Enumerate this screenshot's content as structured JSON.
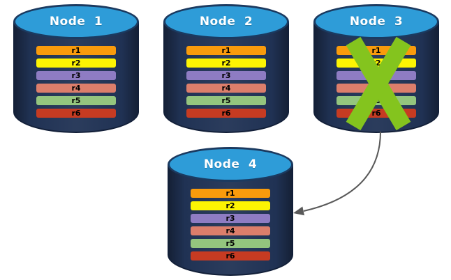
{
  "diagram": {
    "background": "#ffffff",
    "node_top_color": "#2e9cd8",
    "node_body_color": "#203254"
  },
  "nodes": [
    {
      "title": "Node 1",
      "failed": false,
      "rows": [
        {
          "label": "r1",
          "color": "#f99b0c"
        },
        {
          "label": "r2",
          "color": "#fdf403"
        },
        {
          "label": "r3",
          "color": "#8e7cc3"
        },
        {
          "label": "r4",
          "color": "#dc7e6b"
        },
        {
          "label": "r5",
          "color": "#94c57e"
        },
        {
          "label": "r6",
          "color": "#c63b22"
        }
      ]
    },
    {
      "title": "Node 2",
      "failed": false,
      "rows": [
        {
          "label": "r1",
          "color": "#f99b0c"
        },
        {
          "label": "r2",
          "color": "#fdf403"
        },
        {
          "label": "r3",
          "color": "#8e7cc3"
        },
        {
          "label": "r4",
          "color": "#dc7e6b"
        },
        {
          "label": "r5",
          "color": "#94c57e"
        },
        {
          "label": "r6",
          "color": "#c63b22"
        }
      ]
    },
    {
      "title": "Node 3",
      "failed": true,
      "rows": [
        {
          "label": "r1",
          "color": "#f99b0c"
        },
        {
          "label": "r2",
          "color": "#fdf403"
        },
        {
          "label": "r3",
          "color": "#8e7cc3"
        },
        {
          "label": "r4",
          "color": "#dc7e6b"
        },
        {
          "label": "r5",
          "color": "#94c57e"
        },
        {
          "label": "r6",
          "color": "#c63b22"
        }
      ]
    },
    {
      "title": "Node 4",
      "failed": false,
      "rows": [
        {
          "label": "r1",
          "color": "#f99b0c"
        },
        {
          "label": "r2",
          "color": "#fdf403"
        },
        {
          "label": "r3",
          "color": "#8e7cc3"
        },
        {
          "label": "r4",
          "color": "#dc7e6b"
        },
        {
          "label": "r5",
          "color": "#94c57e"
        },
        {
          "label": "r6",
          "color": "#c63b22"
        }
      ]
    }
  ],
  "failure_marker": {
    "on_node": "Node 3",
    "color": "#84c41e"
  },
  "arrow": {
    "color": "#595959"
  }
}
